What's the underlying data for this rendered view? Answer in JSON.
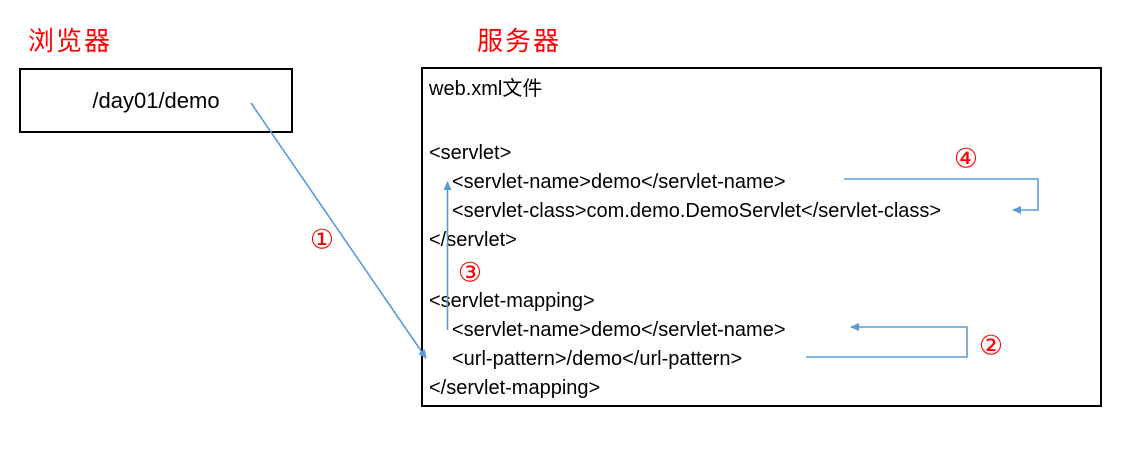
{
  "diagram": {
    "browser": {
      "label": "浏览器",
      "request_url": "/day01/demo"
    },
    "server": {
      "label": "服务器",
      "file_name": "web.xml文件",
      "code_lines": [
        "<servlet>",
        "<servlet-name>demo</servlet-name>",
        "<servlet-class>com.demo.DemoServlet</servlet-class>",
        "</servlet>",
        "<servlet-mapping>",
        "<servlet-name>demo</servlet-name>",
        "<url-pattern>/demo</url-pattern>",
        "</servlet-mapping>"
      ]
    },
    "steps": [
      "①",
      "②",
      "③",
      "④"
    ],
    "colors": {
      "arrow_blue": "#5b9bd5",
      "accent_red": "#ff0000",
      "border_black": "#000000"
    }
  }
}
